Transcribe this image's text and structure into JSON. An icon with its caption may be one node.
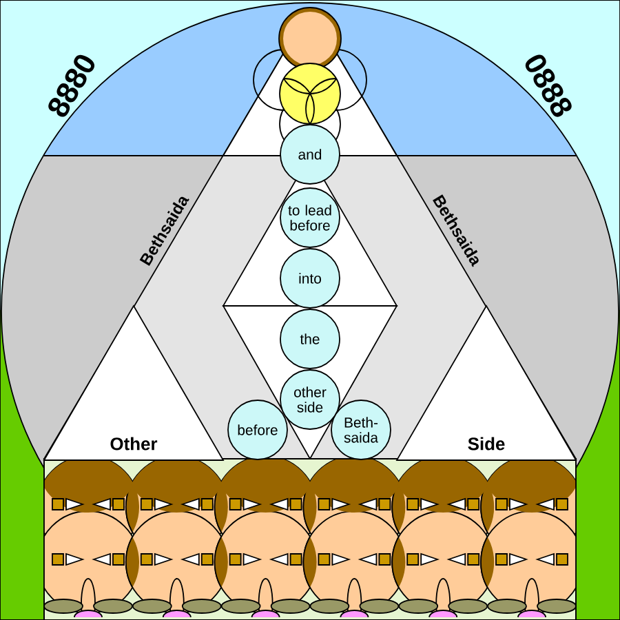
{
  "diagram": {
    "nodes": [
      {
        "text": [],
        "shape": "circle"
      },
      {
        "text": [],
        "shape": "circle"
      },
      {
        "text": [
          "and"
        ]
      },
      {
        "text": [
          "to lead before"
        ]
      },
      {
        "text": [
          "into"
        ]
      },
      {
        "text": [
          "the"
        ]
      },
      {
        "text": [
          "other side"
        ]
      },
      {
        "text": [
          "before"
        ]
      },
      {
        "text": [
          "Beth- saida"
        ]
      },
      {
        "text": [
          "Other"
        ]
      },
      {
        "text": [
          "Side"
        ]
      }
    ],
    "labels": [
      "8880",
      "0888",
      "Bethsaida",
      "Bethsaida"
    ]
  }
}
